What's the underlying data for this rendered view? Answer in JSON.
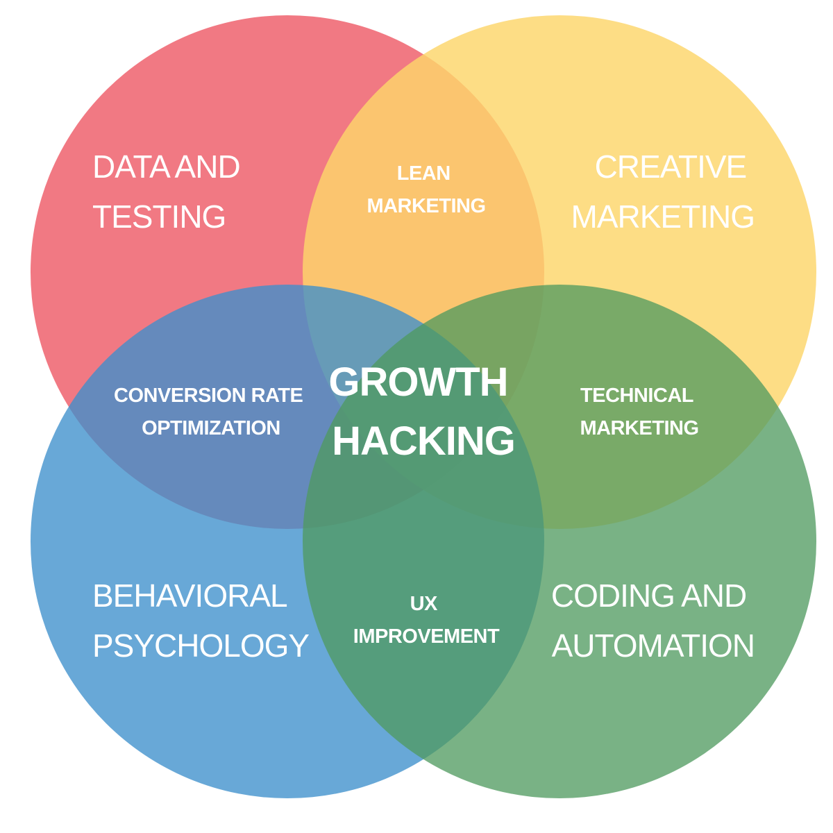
{
  "diagram": {
    "circles": [
      {
        "id": "data-testing",
        "color": "#f06a75",
        "lines": [
          "DATA AND",
          "TESTING"
        ]
      },
      {
        "id": "creative-marketing",
        "color": "#fcd56a",
        "lines": [
          "CREATIVE",
          "MARKETING"
        ]
      },
      {
        "id": "behavioral-psychology",
        "color": "#5aa2d6",
        "lines": [
          "BEHAVIORAL",
          "PSYCHOLOGY"
        ]
      },
      {
        "id": "coding-automation",
        "color": "#64a872",
        "lines": [
          "CODING AND",
          "AUTOMATION"
        ]
      }
    ],
    "overlaps": [
      {
        "id": "lean-marketing",
        "lines": [
          "LEAN",
          "MARKETING"
        ]
      },
      {
        "id": "conversion-rate-optimization",
        "lines": [
          "CONVERSION RATE",
          "OPTIMIZATION"
        ]
      },
      {
        "id": "technical-marketing",
        "lines": [
          "TECHNICAL",
          "MARKETING"
        ]
      },
      {
        "id": "ux-improvement",
        "lines": [
          "UX",
          "IMPROVEMENT"
        ]
      }
    ],
    "center": {
      "lines": [
        "GROWTH",
        "HACKING"
      ]
    }
  }
}
